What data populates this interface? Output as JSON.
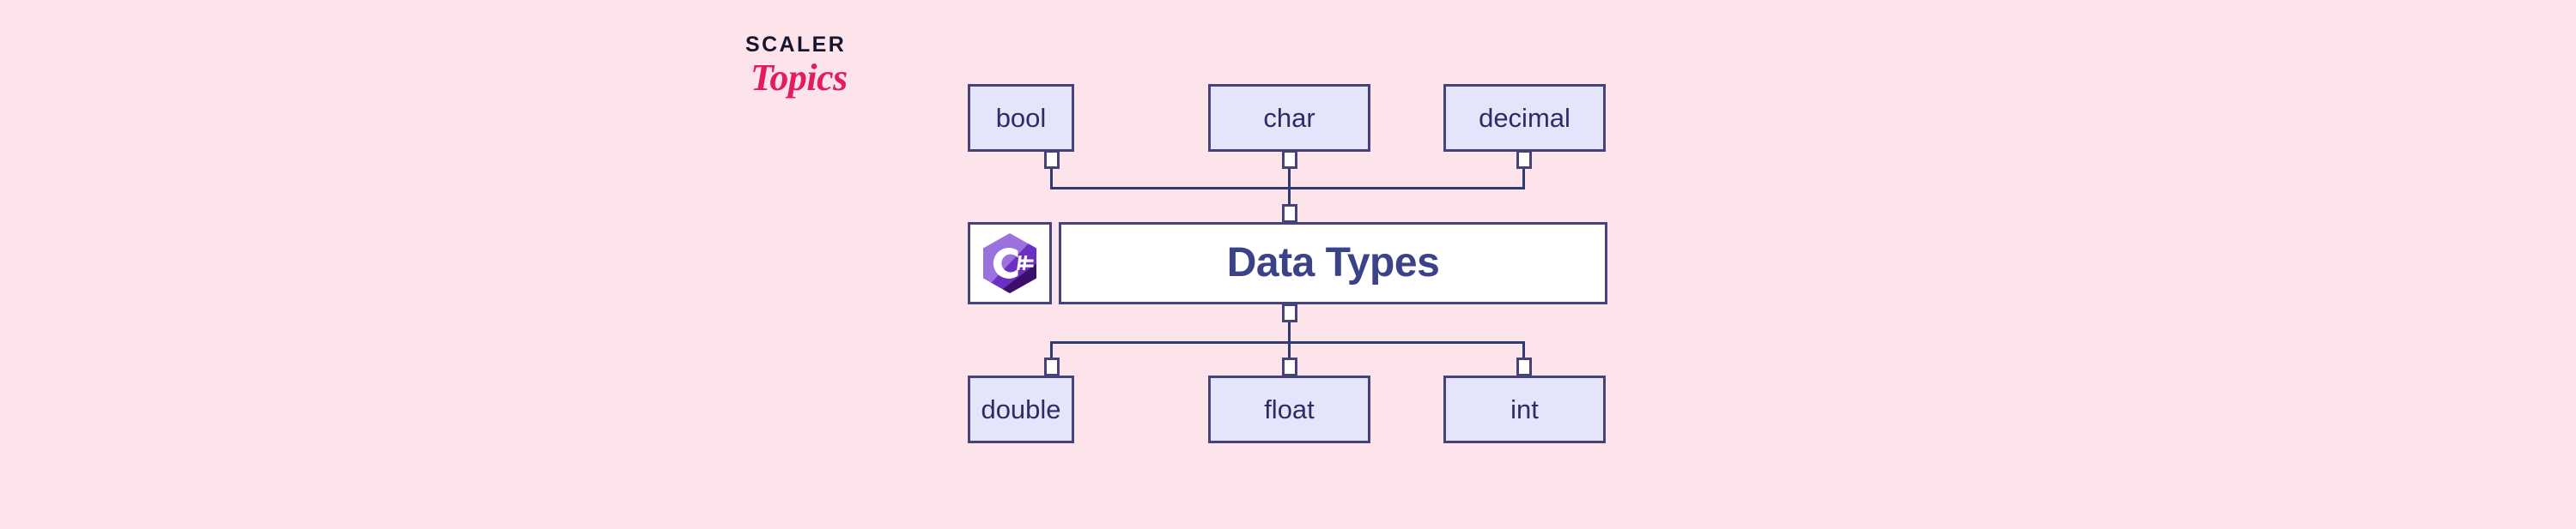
{
  "background_color": "#fde4ea",
  "brand": {
    "name": "Scaler Topics",
    "line1": "SCALER",
    "line2": "Topics",
    "line1_color": "#17142e",
    "line2_color": "#e21b63"
  },
  "diagram": {
    "title": "Data Types",
    "title_color": "#3b4287",
    "icon_name": "csharp-logo-icon",
    "icon_alt": "C#",
    "node_fill": "#e4e4fa",
    "node_border": "#46437a",
    "node_text_color": "#2d2d66",
    "connector_fill": "#ffffff",
    "connector_line_color": "#2f3a72",
    "top_nodes": [
      {
        "label": "bool"
      },
      {
        "label": "char"
      },
      {
        "label": "decimal"
      }
    ],
    "bottom_nodes": [
      {
        "label": "double"
      },
      {
        "label": "float"
      },
      {
        "label": "int"
      }
    ]
  }
}
